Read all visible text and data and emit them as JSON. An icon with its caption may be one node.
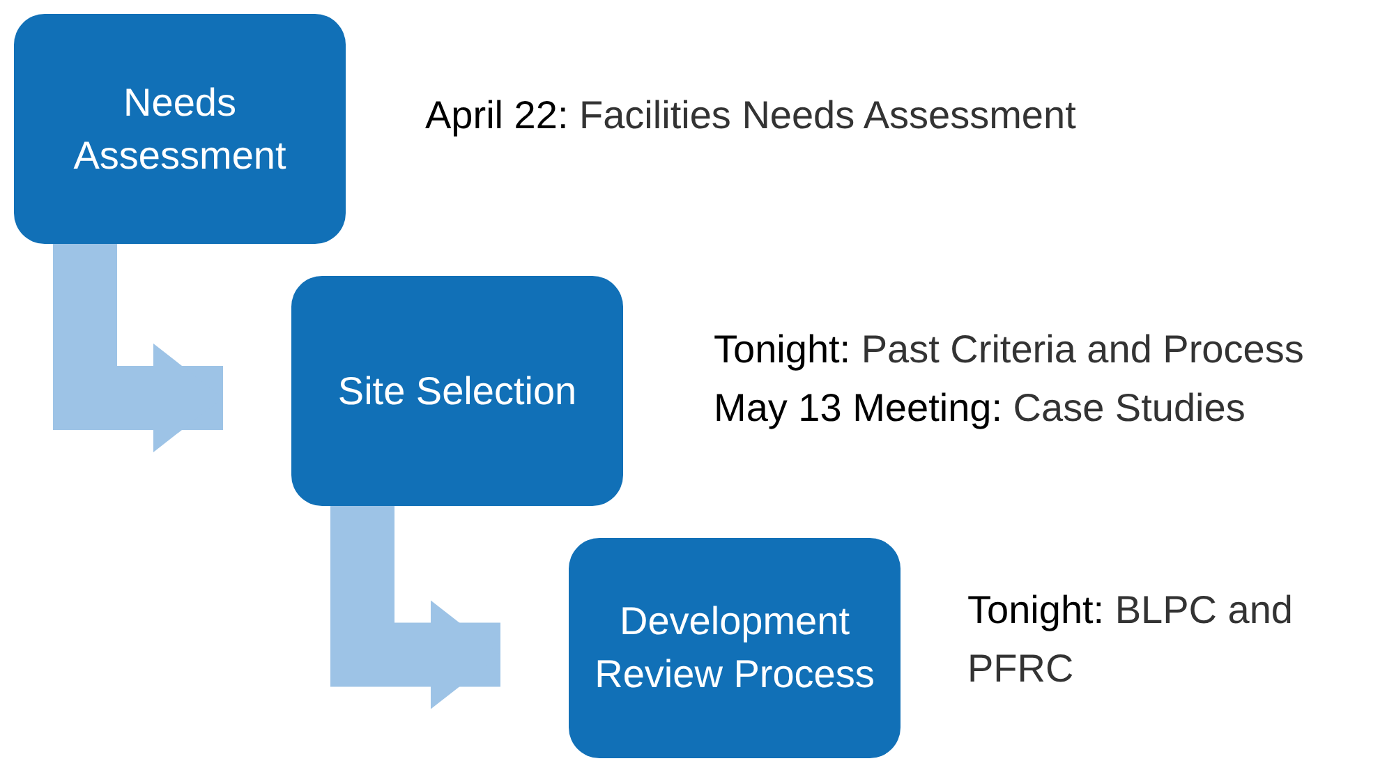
{
  "diagram": {
    "nodes": [
      {
        "text": [
          "Needs Assessment"
        ],
        "beside": [
          "**April 22:** Facilities Needs Assessment"
        ]
      },
      {
        "text": [
          "Site Selection"
        ],
        "beside": [
          "**Tonight:** Past Criteria and Process",
          "**May 13 Meeting:** Case Studies"
        ]
      },
      {
        "text": [
          "Development Review Process"
        ],
        "beside": [
          "**Tonight:** BLPC and PFRC"
        ]
      }
    ],
    "edges": [
      {
        "from": 0,
        "to": 1,
        "arrow": "to"
      },
      {
        "from": 1,
        "to": 2,
        "arrow": "to"
      }
    ]
  }
}
